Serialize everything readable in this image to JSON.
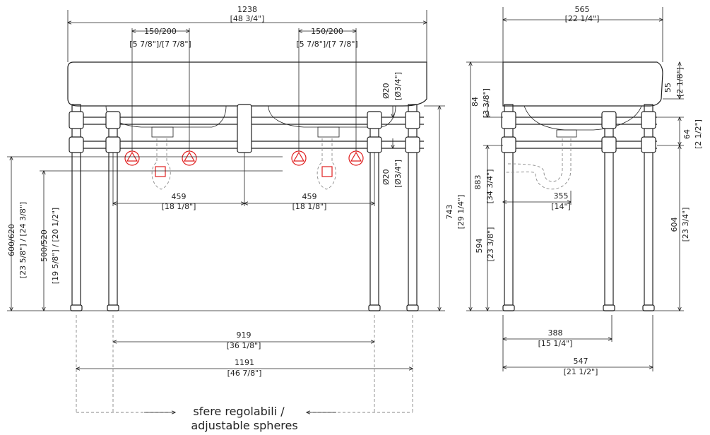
{
  "front_view": {
    "overall_width": {
      "mm": "1238",
      "in": "[48 3/4\"]"
    },
    "tap_spacing_left": {
      "mm": "150/200",
      "in": "[5 7/8\"]/[7 7/8\"]"
    },
    "tap_spacing_right": {
      "mm": "150/200",
      "in": "[5 7/8\"]/[7 7/8\"]"
    },
    "rail_diameter_top": {
      "mm": "Ø20",
      "in": "[Ø3/4\"]"
    },
    "rail_diameter_bottom": {
      "mm": "Ø20",
      "in": "[Ø3/4\"]"
    },
    "half_span_left": {
      "mm": "459",
      "in": "[18 1/8\"]"
    },
    "half_span_right": {
      "mm": "459",
      "in": "[18 1/8\"]"
    },
    "total_height": {
      "mm": "743",
      "in": "[29 1/4\"]"
    },
    "rail_height_upper": {
      "mm": "600/620",
      "in": "[23 5/8\"] / [24 3/8\"]"
    },
    "rail_height_lower": {
      "mm": "500/520",
      "in": "[19 5/8\"] / [20 1/2\"]"
    },
    "inner_leg_span": {
      "mm": "919",
      "in": "[36 1/8\"]"
    },
    "outer_leg_span": {
      "mm": "1191",
      "in": "[46 7/8\"]"
    },
    "note_line1": "sfere regolabili /",
    "note_line2": "adjustable spheres"
  },
  "side_view": {
    "overall_depth": {
      "mm": "565",
      "in": "[22 1/4\"]"
    },
    "basin_rim": {
      "mm": "55",
      "in": "[2 1/8\"]"
    },
    "rail_offset": {
      "mm": "84",
      "in": "[3 3/8\"]"
    },
    "rail_gap": {
      "mm": "64",
      "in": "[2 1/2\"]"
    },
    "total_height": {
      "mm": "883",
      "in": "[34 3/4\"]"
    },
    "trap_depth": {
      "mm": "355",
      "in": "[14\"]"
    },
    "lower_rail_height": {
      "mm": "594",
      "in": "[23 3/8\"]"
    },
    "upper_rail_height": {
      "mm": "604",
      "in": "[23 3/4\"]"
    },
    "inner_leg_depth": {
      "mm": "388",
      "in": "[15 1/4\"]"
    },
    "outer_leg_depth": {
      "mm": "547",
      "in": "[21 1/2\"]"
    }
  }
}
